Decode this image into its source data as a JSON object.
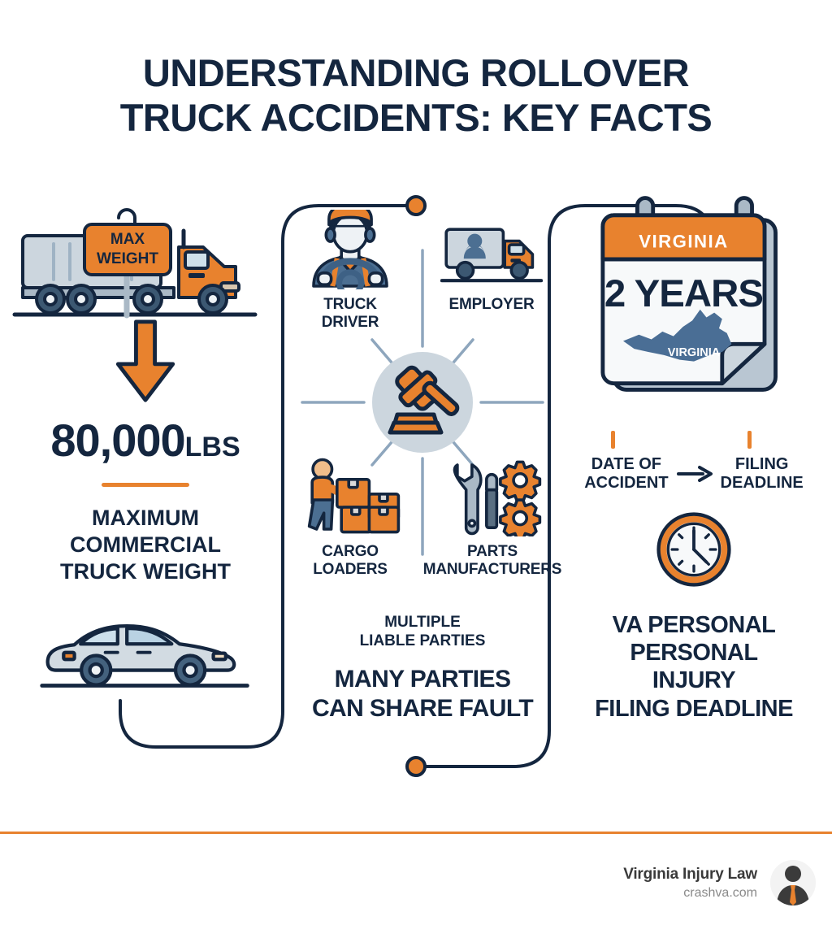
{
  "title": {
    "line1": "UNDERSTANDING ROLLOVER",
    "line2": "TRUCK ACCIDENTS: KEY FACTS"
  },
  "colors": {
    "orange": "#e8822e",
    "navy": "#14263f",
    "steel": "#5b7a9b",
    "light_gray": "#ccd6de"
  },
  "left_column": {
    "sign_label_line1": "MAX",
    "sign_label_line2": "WEIGHT",
    "big_number": "80,000",
    "big_unit": "LBS",
    "caption_line1": "MAXIMUM",
    "caption_line2": "COMMERCIAL",
    "caption_line3": "TRUCK WEIGHT",
    "icons": {
      "truck": "semi-truck-icon",
      "arrow": "down-arrow-icon",
      "car": "sedan-car-icon",
      "sign": "max-weight-sign-icon"
    }
  },
  "middle_column": {
    "parties": [
      {
        "label_line1": "TRUCK",
        "label_line2": "DRIVER",
        "icon": "truck-driver-icon"
      },
      {
        "label_line1": "EMPLOYER",
        "label_line2": "",
        "icon": "delivery-truck-icon"
      },
      {
        "label_line1": "CARGO",
        "label_line2": "LOADERS",
        "icon": "cargo-loader-icon"
      },
      {
        "label_line1": "PARTS",
        "label_line2": "MANUFACTURERS",
        "icon": "parts-tools-icon"
      }
    ],
    "center_icon": "gavel-icon",
    "sub_line1": "MULTIPLE",
    "sub_line2": "LIABLE PARTIES",
    "headline_line1": "MANY PARTIES",
    "headline_line2": "CAN SHARE FAULT"
  },
  "right_column": {
    "calendar_header": "VIRGINIA",
    "calendar_value": "2 YEARS",
    "calendar_map_label": "VIRGINIA",
    "flow_from_line1": "DATE OF",
    "flow_from_line2": "ACCIDENT",
    "flow_to_line1": "FILING",
    "flow_to_line2": "DEADLINE",
    "clock_icon": "clock-icon",
    "deadline_line1": "VA PERSONAL",
    "deadline_line2": "PERSONAL",
    "deadline_line3": "INJURY",
    "deadline_line4": "FILING DEADLINE"
  },
  "footer": {
    "brand": "Virginia Injury Law",
    "site": "crashva.com",
    "avatar_icon": "businessman-avatar-icon"
  }
}
